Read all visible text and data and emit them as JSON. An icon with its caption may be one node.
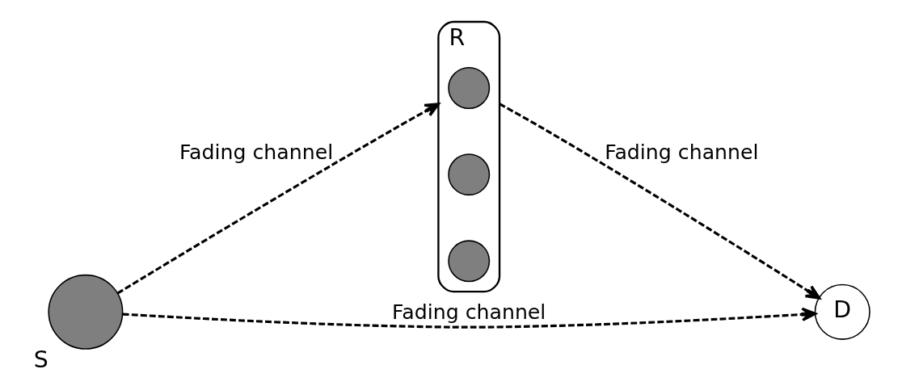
{
  "diagram": {
    "nodes": [
      {
        "text": [
          "S"
        ]
      },
      {
        "text": [
          "R"
        ]
      },
      {
        "text": [],
        "shape": "circle",
        "in": 1
      },
      {
        "text": [],
        "shape": "circle",
        "in": 1
      },
      {
        "text": [],
        "shape": "circle",
        "in": 1
      },
      {
        "text": [
          "D"
        ]
      }
    ],
    "edges": [
      {
        "from": 0,
        "to": 1,
        "arrow": "to",
        "style": "dashed",
        "label": "Fading channel"
      },
      {
        "from": 1,
        "to": 5,
        "arrow": "to",
        "style": "dashed",
        "label": "Fading channel"
      },
      {
        "from": 0,
        "to": 5,
        "arrow": "to",
        "style": "dashed",
        "label": "Fading channel"
      }
    ]
  }
}
